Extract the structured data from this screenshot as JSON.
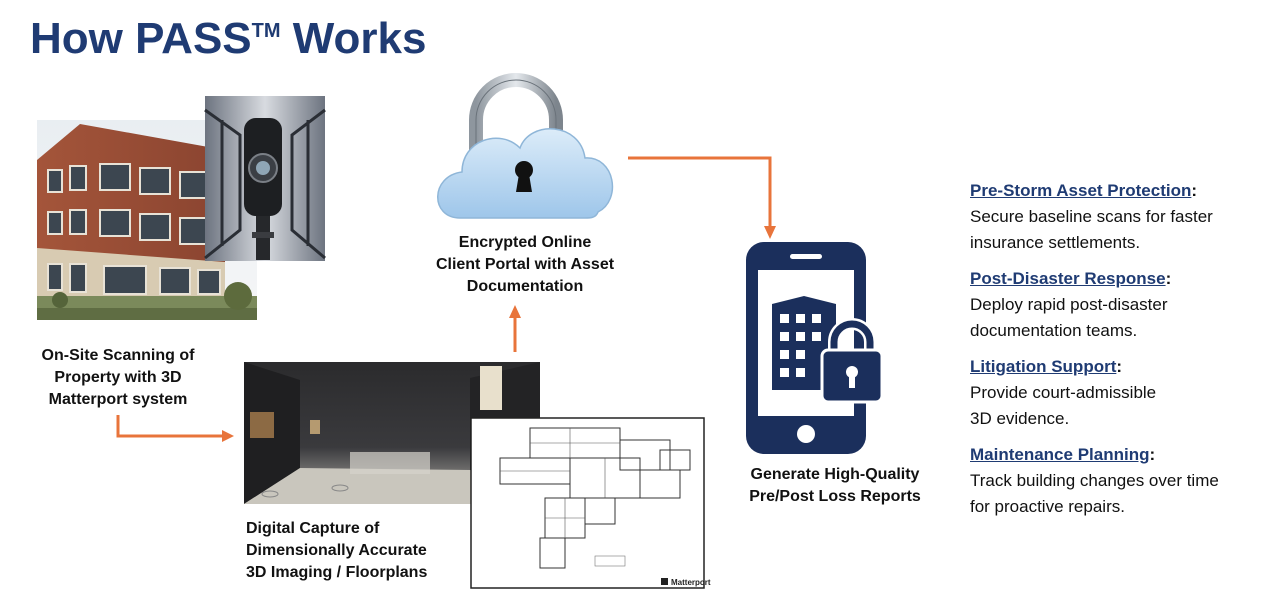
{
  "title": {
    "main": "How PASS",
    "tm": "TM",
    "rest": " Works"
  },
  "steps": {
    "scan": {
      "lines": [
        "On-Site Scanning of",
        "Property with 3D",
        "Matterport system"
      ]
    },
    "portal": {
      "lines": [
        "Encrypted Online",
        "Client Portal with Asset",
        "Documentation"
      ]
    },
    "capture": {
      "lines": [
        "Digital Capture of",
        "Dimensionally Accurate",
        "3D Imaging / Floorplans"
      ]
    },
    "reports": {
      "lines": [
        "Generate High-Quality",
        "Pre/Post Loss Reports"
      ]
    }
  },
  "floorplan": {
    "brand": "Matterport"
  },
  "benefits": [
    {
      "heading": "Pre-Storm Asset Protection",
      "desc": [
        "Secure baseline scans for faster",
        "insurance settlements."
      ]
    },
    {
      "heading": "Post-Disaster Response",
      "desc": [
        "Deploy rapid post-disaster",
        "documentation teams."
      ]
    },
    {
      "heading": "Litigation Support",
      "desc": [
        "Provide court-admissible",
        "3D evidence."
      ]
    },
    {
      "heading": "Maintenance Planning",
      "desc": [
        "Track building  changes over time",
        "for proactive repairs."
      ]
    }
  ],
  "colors": {
    "navy": "#1f3b73",
    "arrow": "#e8743b",
    "phone": "#1b2f5c",
    "cloud": "#bcd8f0"
  },
  "icons": [
    "lock-icon",
    "cloud-icon",
    "keyhole-icon",
    "phone-icon",
    "building-icon",
    "padlock-icon"
  ]
}
